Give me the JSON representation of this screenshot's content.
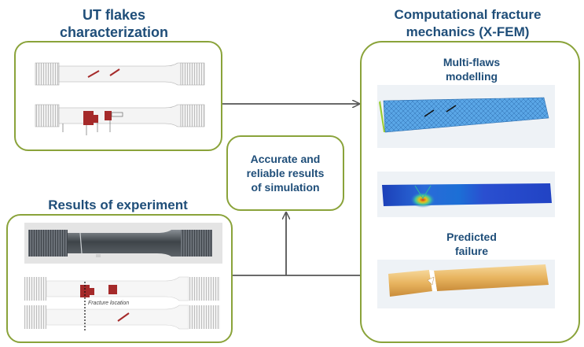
{
  "left_top": {
    "title_line1": "UT flakes",
    "title_line2": "characterization"
  },
  "left_bottom": {
    "title": "Results of experiment",
    "fracture_label": "Fracture location"
  },
  "center": {
    "line1": "Accurate and",
    "line2": "reliable results",
    "line3": "of simulation"
  },
  "right": {
    "title_line1": "Computational fracture",
    "title_line2": "mechanics (X-FEM)",
    "subtitle1_line1": "Multi-flaws",
    "subtitle1_line2": "modelling",
    "subtitle2_line1": "Predicted",
    "subtitle2_line2": "failure"
  },
  "colors": {
    "title_blue": "#1f4e79",
    "box_border": "#8aa33a",
    "arrow": "#555555",
    "flaw_red": "#a52a2a"
  }
}
